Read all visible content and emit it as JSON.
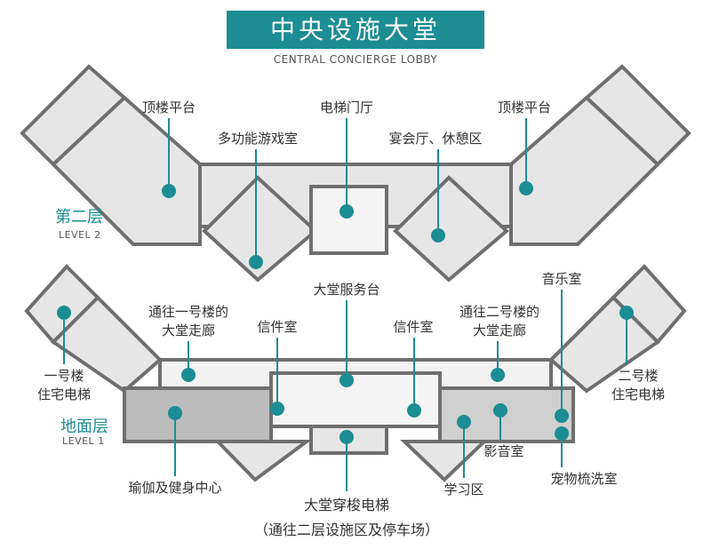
{
  "header": {
    "title": "中央设施大堂",
    "subtitle": "CENTRAL CONCIERGE LOBBY"
  },
  "colors": {
    "accent": "#1c8d93",
    "wall": "#6f6f6f",
    "floor": "#e4e4e4"
  },
  "levels": {
    "level2": {
      "cn": "第二层",
      "en": "LEVEL 2"
    },
    "level1": {
      "cn": "地面层",
      "en": "LEVEL 1"
    }
  },
  "level2_labels": [
    {
      "text": "顶楼平台"
    },
    {
      "text": "多功能游戏室"
    },
    {
      "text": "电梯门厅"
    },
    {
      "text": "宴会厅、休憩区"
    },
    {
      "text": "顶楼平台"
    }
  ],
  "level1_labels": [
    {
      "text": "大堂服务台"
    },
    {
      "line1": "通往一号楼的",
      "line2": "大堂走廊"
    },
    {
      "text": "信件室"
    },
    {
      "text": "信件室"
    },
    {
      "line1": "通往二号楼的",
      "line2": "大堂走廊"
    },
    {
      "text": "音乐室"
    },
    {
      "line1": "一号楼",
      "line2": "住宅电梯"
    },
    {
      "line1": "二号楼",
      "line2": "住宅电梯"
    },
    {
      "text": "瑜伽及健身中心"
    },
    {
      "line1": "大堂穿梭电梯",
      "line2": "（通往二层设施区及停车场）"
    },
    {
      "text": "学习区"
    },
    {
      "text": "影音室"
    },
    {
      "text": "宠物梳洗室"
    }
  ]
}
